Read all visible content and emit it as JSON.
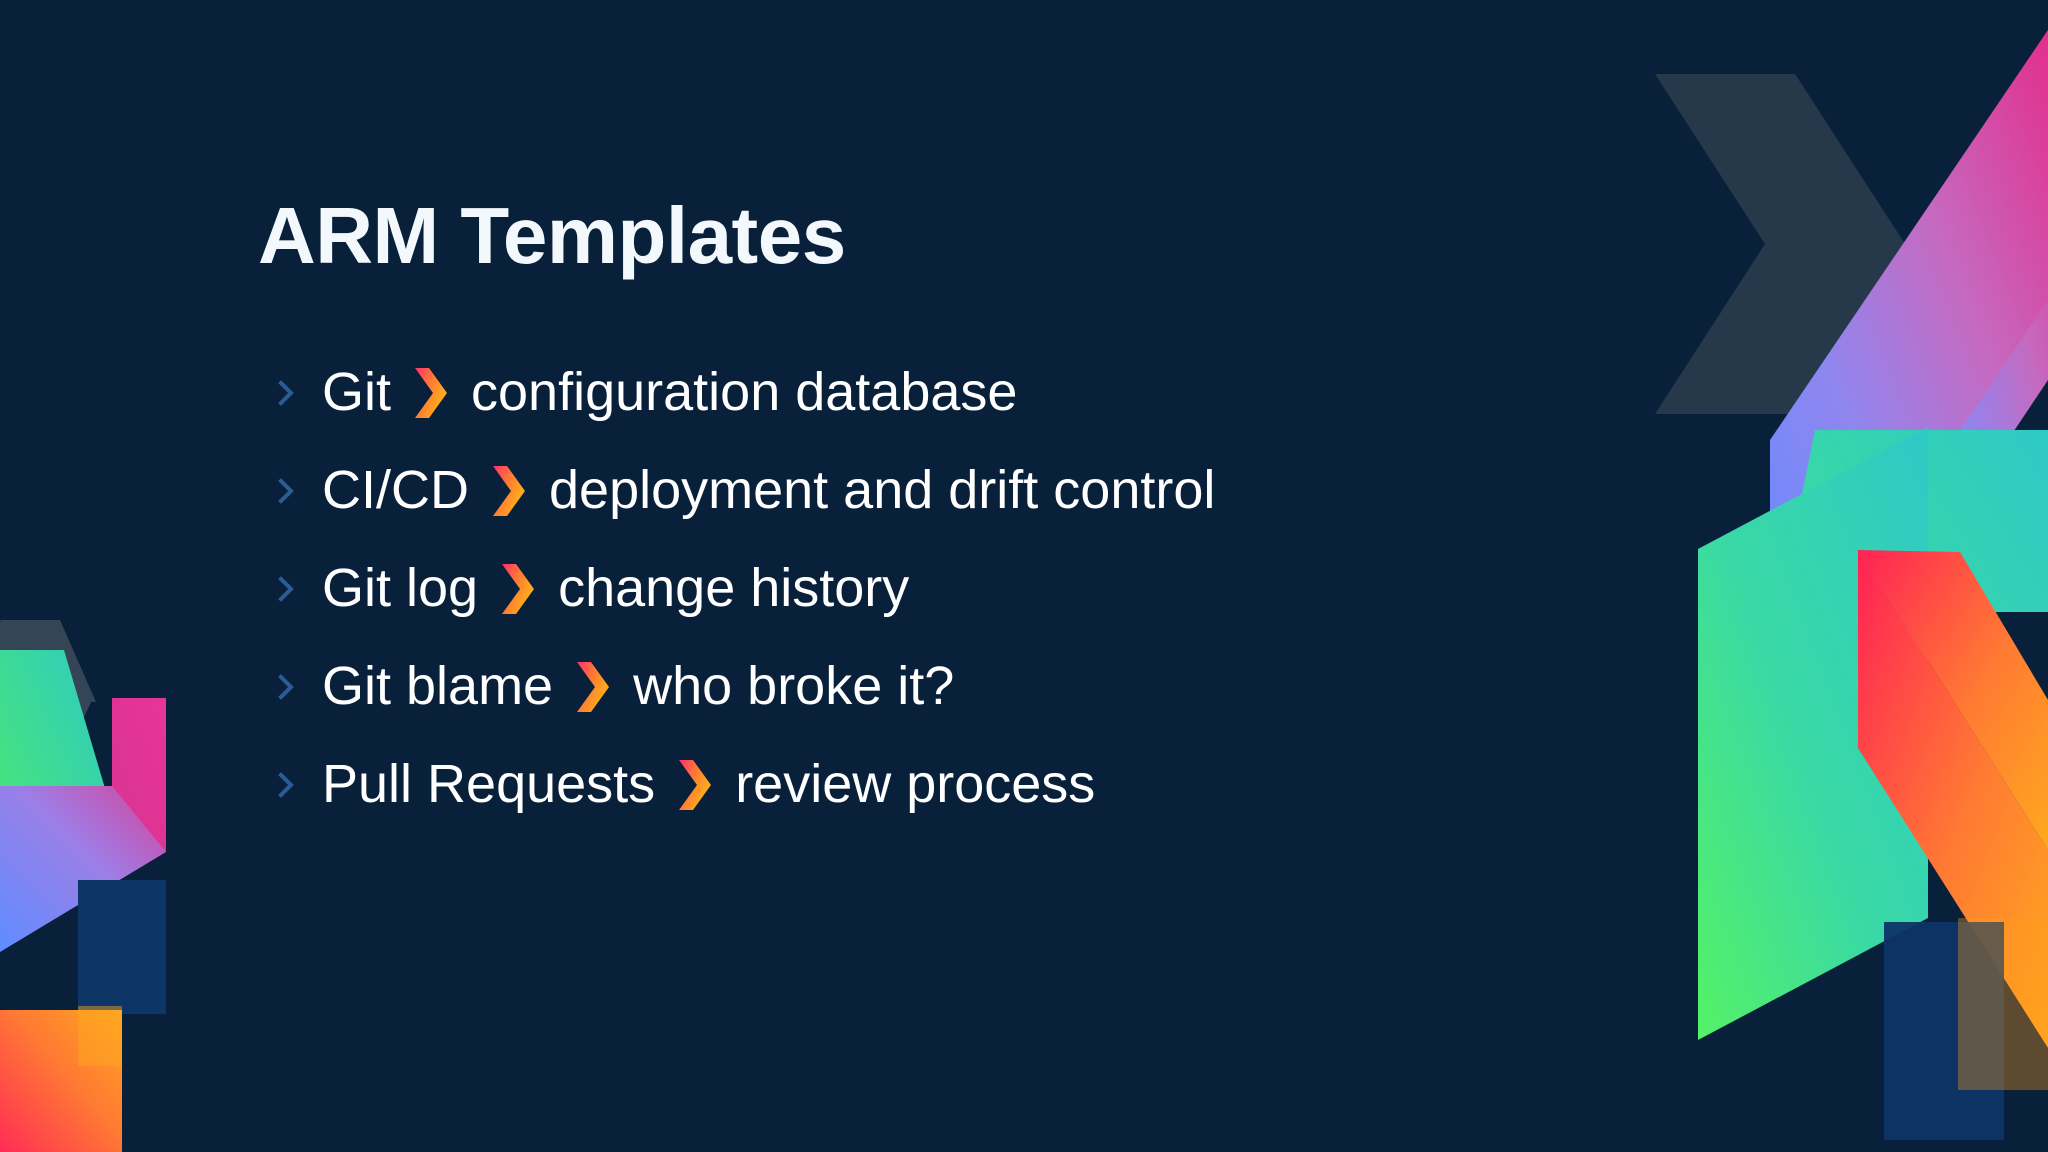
{
  "slide": {
    "title": "ARM Templates",
    "background_color": "#09203a",
    "title_color": "#f3f8fc",
    "text_color": "#ffffff",
    "bullet_marker_color": "#2b5c96",
    "separator_gradient": {
      "from": "#ff2d6f",
      "via": "#ff6a3d",
      "to": "#ffa81e"
    }
  },
  "bullets": [
    {
      "marker": "chevron-right-icon",
      "term": "Git",
      "separator": "chevron-right-gradient-icon",
      "definition": "configuration database"
    },
    {
      "marker": "chevron-right-icon",
      "term": "CI/CD",
      "separator": "chevron-right-gradient-icon",
      "definition": "deployment and drift control"
    },
    {
      "marker": "chevron-right-icon",
      "term": "Git log",
      "separator": "chevron-right-gradient-icon",
      "definition": "change history"
    },
    {
      "marker": "chevron-right-icon",
      "term": "Git blame",
      "separator": "chevron-right-gradient-icon",
      "definition": "who broke it?"
    },
    {
      "marker": "chevron-right-icon",
      "term": "Pull Requests",
      "separator": "chevron-right-gradient-icon",
      "definition": "review process"
    }
  ],
  "decorations": {
    "top_right": {
      "name": "gradient-chevron-blue-pink",
      "colors": [
        "#6f8dfb",
        "#b07de0",
        "#e0368f",
        "#2ec9c0",
        "#4bea7a",
        "#2b3f51"
      ]
    },
    "mid_right": {
      "name": "gradient-chevron-green-teal",
      "colors": [
        "#56f46a",
        "#2ec9c0",
        "#ff1f5a",
        "#ff9a1e",
        "#0d4a86"
      ]
    },
    "bottom_left": {
      "name": "gradient-chevron-stack-left",
      "colors": [
        "#3a4b5c",
        "#4bea7a",
        "#2ec9c0",
        "#e0368f",
        "#6f8dfb",
        "#0d3566",
        "#ff2d55",
        "#ffa81e"
      ]
    }
  }
}
